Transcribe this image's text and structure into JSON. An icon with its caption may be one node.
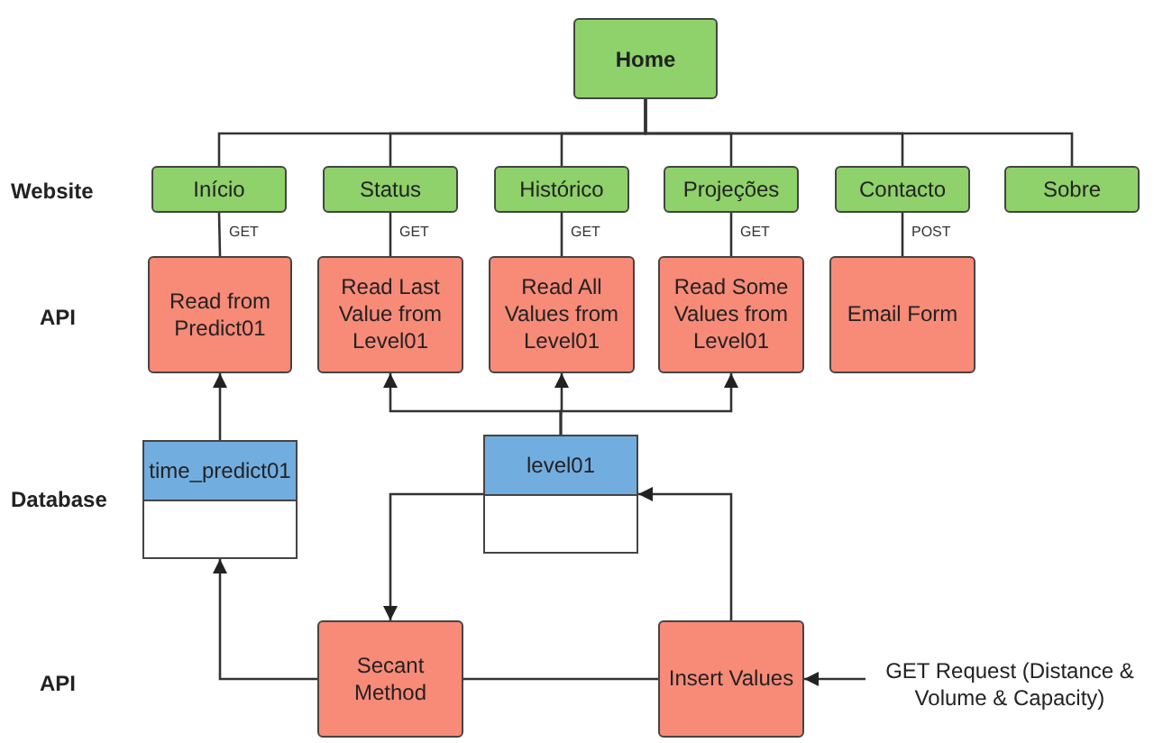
{
  "diagram": {
    "nodes": [
      {
        "text": [
          "Home"
        ]
      },
      {
        "text": [
          "Início"
        ]
      },
      {
        "text": [
          "Status"
        ]
      },
      {
        "text": [
          "Histórico"
        ]
      },
      {
        "text": [
          "Projeções"
        ]
      },
      {
        "text": [
          "Contacto"
        ]
      },
      {
        "text": [
          "Sobre"
        ]
      },
      {
        "text": [
          "Read from Predict01"
        ]
      },
      {
        "text": [
          "Read Last Value from Level01"
        ]
      },
      {
        "text": [
          "Read All Values from Level01"
        ]
      },
      {
        "text": [
          "Read Some Values from Level01"
        ]
      },
      {
        "text": [
          "Email Form"
        ]
      },
      {
        "text": [
          "time_predict01"
        ]
      },
      {
        "text": [
          "level01"
        ]
      },
      {
        "text": [
          "Secant Method"
        ]
      },
      {
        "text": [
          "Insert Values"
        ]
      },
      {
        "text": [
          "GET Request (Distance & Volume & Capacity)"
        ]
      }
    ],
    "edges": [
      {
        "from": 0,
        "to": 1,
        "arrow": "none"
      },
      {
        "from": 0,
        "to": 2,
        "arrow": "none"
      },
      {
        "from": 0,
        "to": 3,
        "arrow": "none"
      },
      {
        "from": 0,
        "to": 4,
        "arrow": "none"
      },
      {
        "from": 0,
        "to": 5,
        "arrow": "none"
      },
      {
        "from": 0,
        "to": 6,
        "arrow": "none"
      },
      {
        "from": 1,
        "to": 7,
        "label": "GET",
        "arrow": "none"
      },
      {
        "from": 2,
        "to": 8,
        "label": "GET",
        "arrow": "none"
      },
      {
        "from": 3,
        "to": 9,
        "label": "GET",
        "arrow": "none"
      },
      {
        "from": 4,
        "to": 10,
        "label": "GET",
        "arrow": "none"
      },
      {
        "from": 5,
        "to": 11,
        "label": "POST",
        "arrow": "none"
      },
      {
        "from": 12,
        "to": 7,
        "arrow": "to"
      },
      {
        "from": 13,
        "to": 8,
        "arrow": "to"
      },
      {
        "from": 13,
        "to": 9,
        "arrow": "to"
      },
      {
        "from": 13,
        "to": 10,
        "arrow": "to"
      },
      {
        "from": 13,
        "to": 14,
        "arrow": "to"
      },
      {
        "from": 14,
        "to": 12,
        "arrow": "to"
      },
      {
        "from": 14,
        "to": 15,
        "arrow": "none"
      },
      {
        "from": 15,
        "to": 13,
        "arrow": "to"
      },
      {
        "from": 16,
        "to": 15,
        "arrow": "to"
      }
    ],
    "labels": [
      "Website",
      "API",
      "Database",
      "API"
    ]
  }
}
